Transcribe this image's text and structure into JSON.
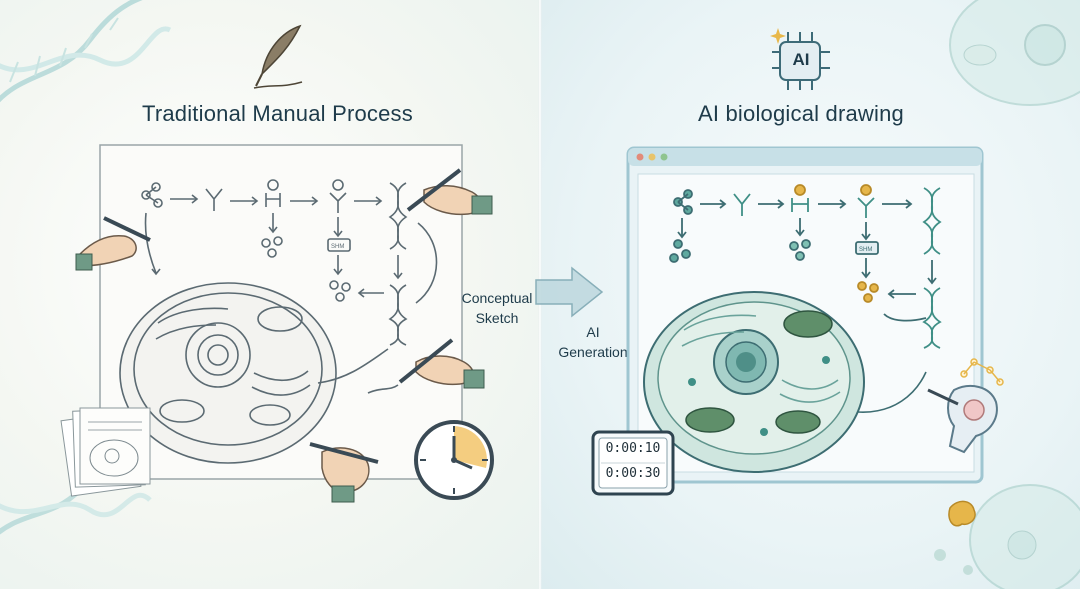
{
  "left_panel": {
    "title": "Traditional Manual Process",
    "side_label_line1": "Conceptual",
    "side_label_line2": "Sketch",
    "mini_label": "SHM",
    "icons": [
      "quill-icon",
      "hand-drawing-icon",
      "clock-icon",
      "sketch-papers-icon"
    ]
  },
  "right_panel": {
    "title": "AI biological drawing",
    "ai_badge": "AI",
    "mini_label": "SHM",
    "timer_line1": "0:00:10",
    "timer_line2": "0:00:30",
    "icons": [
      "ai-chip-icon",
      "robot-hand-icon",
      "browser-window-icon"
    ]
  },
  "transition": {
    "label_line1": "AI",
    "label_line2": "Generation"
  },
  "colors": {
    "title_text": "#1e3b4a",
    "sketch_line": "#5b6a72",
    "ai_teal": "#3f8f86",
    "ai_gold": "#e6b64a",
    "window_frame": "#9fc6d1",
    "clock_accent": "#f2c46a"
  }
}
